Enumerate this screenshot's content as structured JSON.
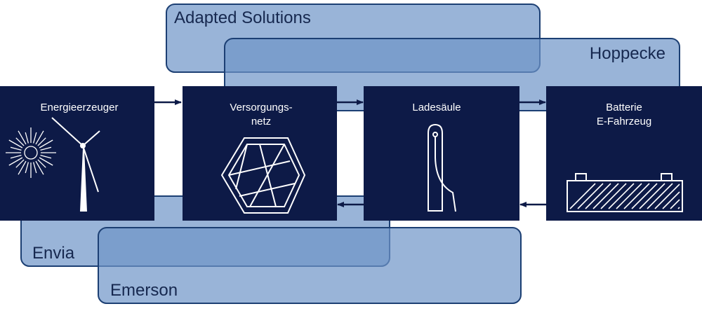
{
  "regions": {
    "adapted": "Adapted Solutions",
    "hoppecke": "Hoppecke",
    "envia": "Envia",
    "emerson": "Emerson"
  },
  "boxes": {
    "energy": {
      "title": "Energieerzeuger"
    },
    "grid": {
      "line1": "Versorgungs-",
      "line2": "netz"
    },
    "charging": {
      "title": "Ladesäule"
    },
    "battery": {
      "line1": "Batterie",
      "line2": "E-Fahrzeug"
    }
  },
  "colors": {
    "box": "#0d1a47",
    "region_fill": "#6d94c8",
    "region_stroke": "#1c3f73",
    "arrow": "#0d1a47"
  }
}
